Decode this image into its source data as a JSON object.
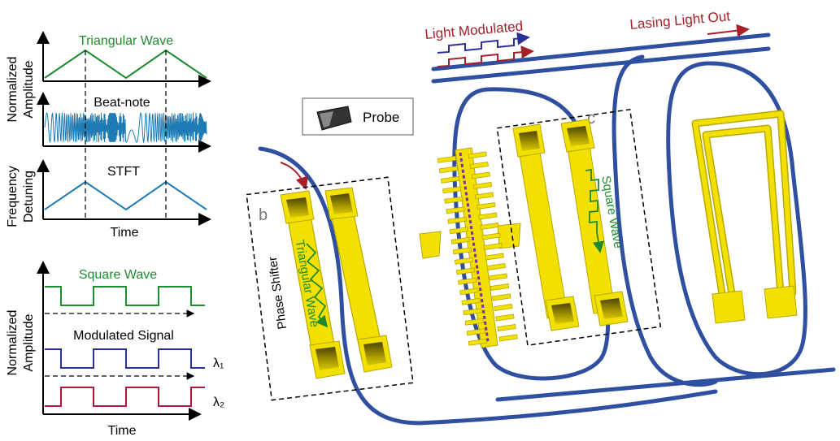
{
  "left_top_panel": {
    "wave1_title": "Triangular Wave",
    "ylabel_1a": "Normalized",
    "ylabel_1b": "Amplitude",
    "wave2_title": "Beat-note",
    "wave3_title": "STFT",
    "ylabel_3a": "Frequency",
    "ylabel_3b": "Detuning",
    "xlabel": "Time"
  },
  "left_bottom_panel": {
    "square_title": "Square Wave",
    "modulated_title": "Modulated Signal",
    "ylabel_a": "Normalized",
    "ylabel_b": "Amplitude",
    "lambda1": "λ₁",
    "lambda2": "λ₂",
    "xlabel": "Time"
  },
  "device": {
    "light_modulated": "Light Modulated",
    "lasing_light_out": "Lasing Light Out",
    "probe": "Probe",
    "phase_shifter": "Phase Shifter",
    "triangular_wave": "Triangular Wave",
    "square_wave": "Square Wave",
    "label_b": "b",
    "label_c": "c"
  },
  "colors": {
    "green": "#1e8c2e",
    "blue_trace": "#1f7bb3",
    "navy": "#2b2f9a",
    "crimson": "#b0193b",
    "waveguide": "#2f4fa0",
    "gold": "#f2e100",
    "gold_edge": "#b8a800",
    "pad_dark": "#7a6d00",
    "arrow_red": "#a8202a"
  }
}
